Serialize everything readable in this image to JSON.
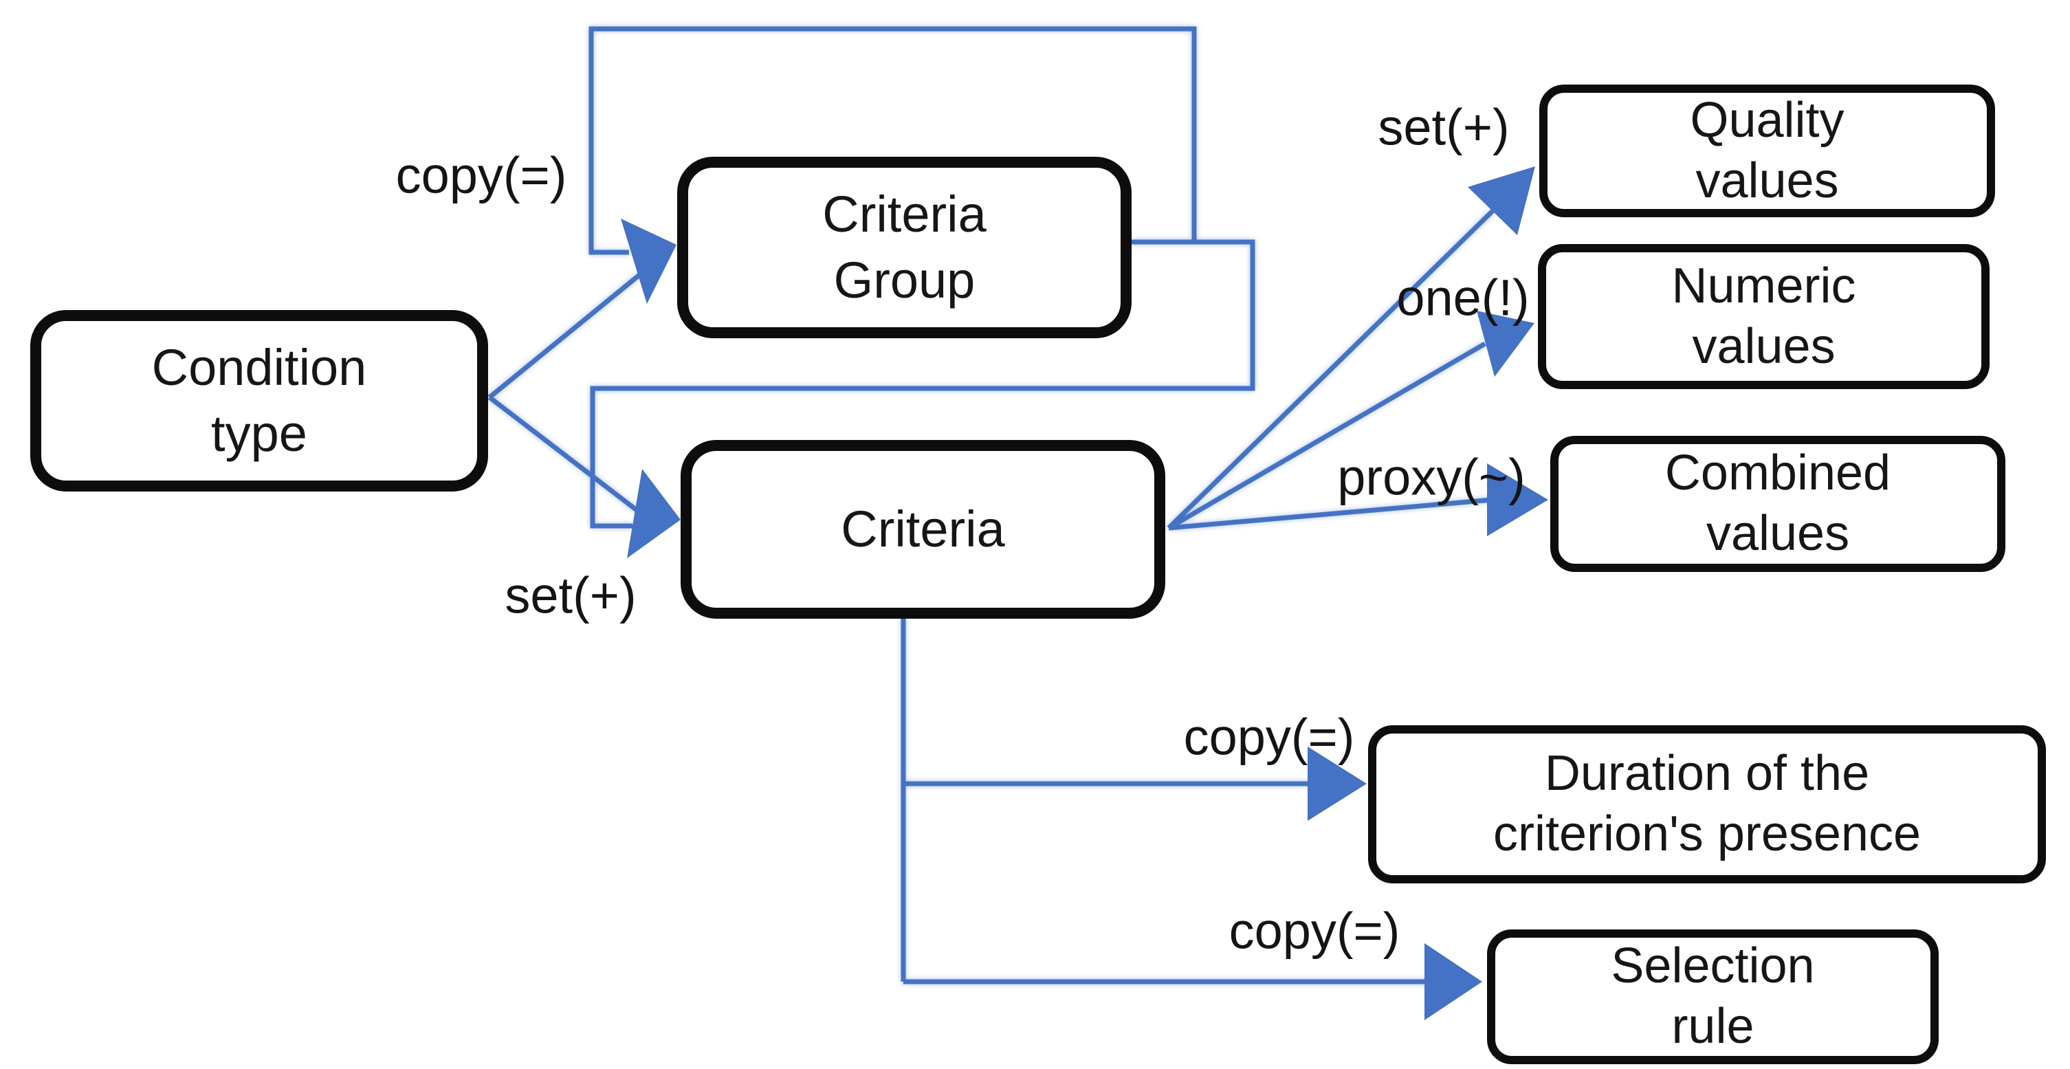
{
  "diagram": {
    "title": "Condition type metamodel diagram",
    "accent_color": "#4472C4",
    "box_border_color": "#0d0d0d",
    "background_color": "#ffffff",
    "nodes": [
      {
        "id": "condition-type",
        "text": "Condition\ntype"
      },
      {
        "id": "criteria-group",
        "text": "Criteria\nGroup"
      },
      {
        "id": "criteria",
        "text": "Criteria"
      },
      {
        "id": "quality-values",
        "text": "Quality\nvalues"
      },
      {
        "id": "numeric-values",
        "text": "Numeric\nvalues"
      },
      {
        "id": "combined-values",
        "text": "Combined\nvalues"
      },
      {
        "id": "duration",
        "text": "Duration of the\ncriterion's presence"
      },
      {
        "id": "selection-rule",
        "text": "Selection\nrule"
      }
    ],
    "edges": [
      {
        "from": "condition-type",
        "to": "criteria-group",
        "label": "copy(=)"
      },
      {
        "from": "condition-type",
        "to": "criteria",
        "label": "set(+)"
      },
      {
        "from": "criteria",
        "to": "quality-values",
        "label": "set(+)"
      },
      {
        "from": "criteria",
        "to": "numeric-values",
        "label": "one(!)"
      },
      {
        "from": "criteria",
        "to": "combined-values",
        "label": "proxy(~)"
      },
      {
        "from": "criteria",
        "to": "duration",
        "label": "copy(=)"
      },
      {
        "from": "criteria",
        "to": "selection-rule",
        "label": "copy(=)"
      },
      {
        "from": "criteria-group",
        "to": "criteria-group",
        "label": ""
      },
      {
        "from": "criteria-group",
        "to": "criteria",
        "label": ""
      }
    ]
  }
}
